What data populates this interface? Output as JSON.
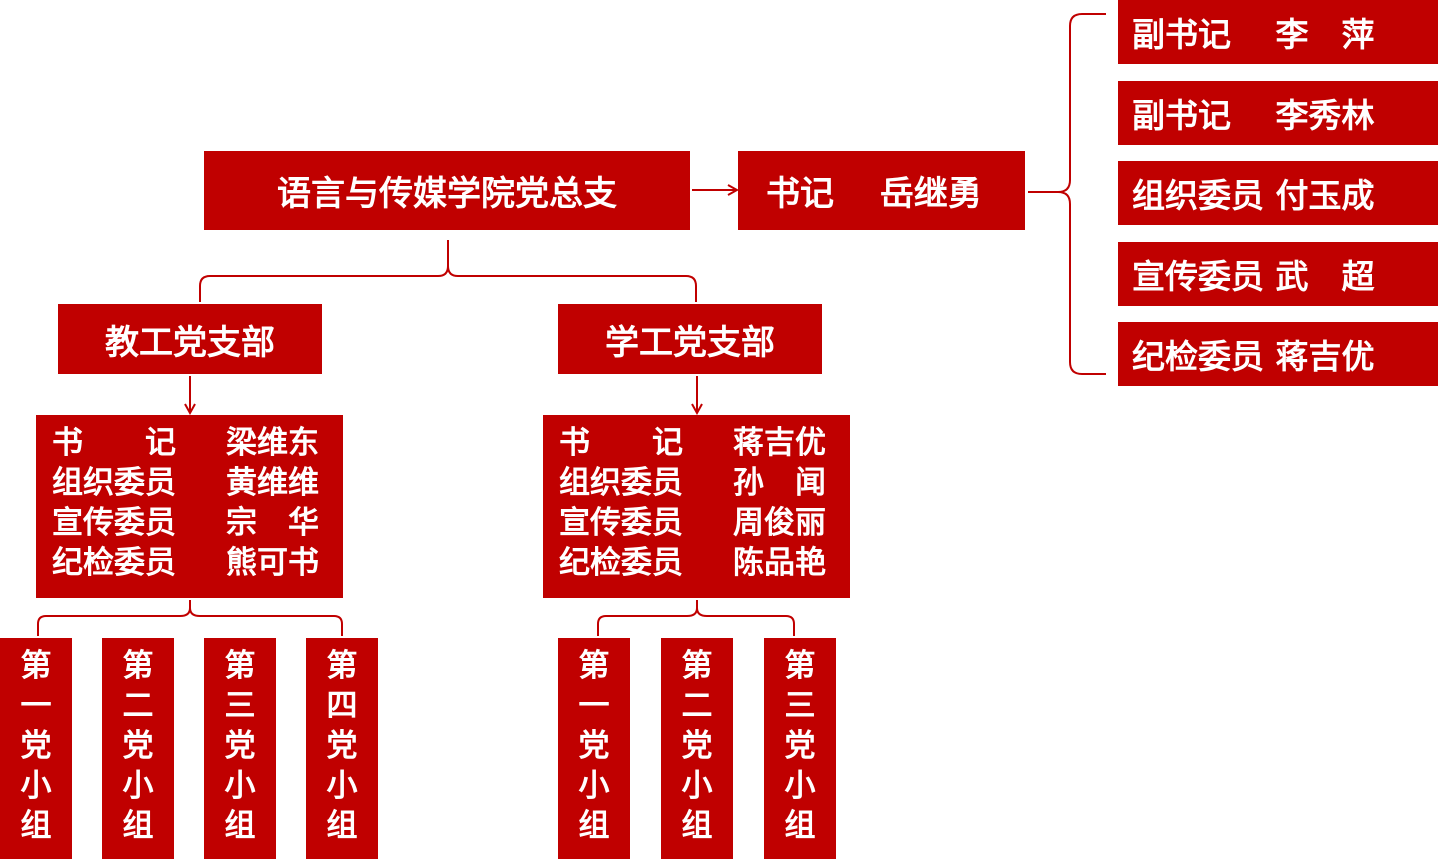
{
  "root": {
    "label": "语言与传媒学院党总支"
  },
  "secretary": {
    "label": "书记　 岳继勇"
  },
  "roles": [
    {
      "label": "副书记　 李　萍"
    },
    {
      "label": "副书记　 李秀林"
    },
    {
      "label": "组织委员 付玉成"
    },
    {
      "label": "宣传委员 武　超"
    },
    {
      "label": "纪检委员 蒋吉优"
    }
  ],
  "branches": [
    {
      "label": "教工党支部",
      "committee": [
        {
          "title": "书　　记",
          "name": "梁维东"
        },
        {
          "title": "组织委员",
          "name": "黄维维"
        },
        {
          "title": "宣传委员",
          "name": "宗　华"
        },
        {
          "title": "纪检委员",
          "name": "熊可书"
        }
      ],
      "groups": [
        {
          "chars": [
            "第",
            "一",
            "党",
            "小",
            "组"
          ]
        },
        {
          "chars": [
            "第",
            "二",
            "党",
            "小",
            "组"
          ]
        },
        {
          "chars": [
            "第",
            "三",
            "党",
            "小",
            "组"
          ]
        },
        {
          "chars": [
            "第",
            "四",
            "党",
            "小",
            "组"
          ]
        }
      ]
    },
    {
      "label": "学工党支部",
      "committee": [
        {
          "title": "书　　记",
          "name": "蒋吉优"
        },
        {
          "title": "组织委员",
          "name": "孙　闻"
        },
        {
          "title": "宣传委员",
          "name": "周俊丽"
        },
        {
          "title": "纪检委员",
          "name": "陈品艳"
        }
      ],
      "groups": [
        {
          "chars": [
            "第",
            "一",
            "党",
            "小",
            "组"
          ]
        },
        {
          "chars": [
            "第",
            "二",
            "党",
            "小",
            "组"
          ]
        },
        {
          "chars": [
            "第",
            "三",
            "党",
            "小",
            "组"
          ]
        }
      ]
    }
  ],
  "colors": {
    "box": "#c00000",
    "text": "#ffffff",
    "line": "#c00000"
  }
}
